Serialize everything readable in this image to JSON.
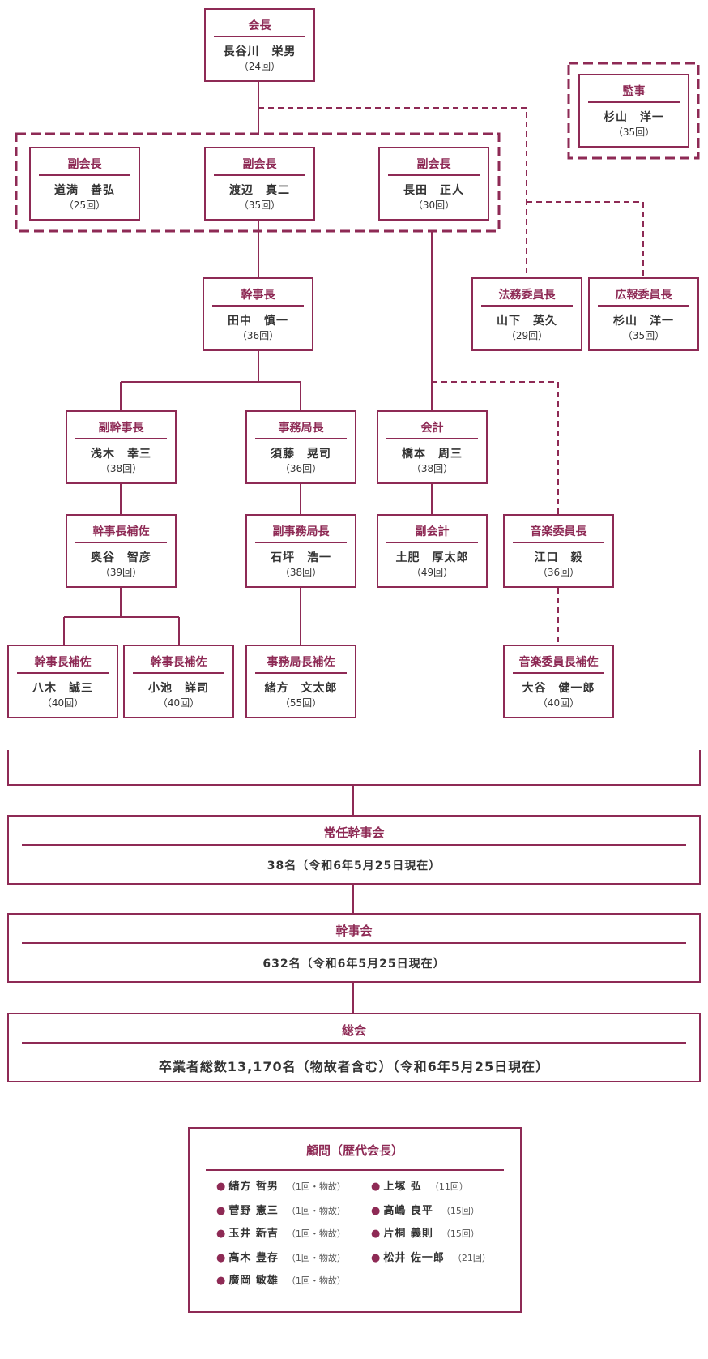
{
  "colors": {
    "accent": "#8e2a55",
    "text": "#333333"
  },
  "org": {
    "president": {
      "title": "会長",
      "name": "長谷川　栄男",
      "grad": "（24回）"
    },
    "auditor": {
      "title": "監事",
      "name": "杉山　洋一",
      "grad": "（35回）"
    },
    "vp1": {
      "title": "副会長",
      "name": "道満　善弘",
      "grad": "（25回）"
    },
    "vp2": {
      "title": "副会長",
      "name": "渡辺　真二",
      "grad": "（35回）"
    },
    "vp3": {
      "title": "副会長",
      "name": "長田　正人",
      "grad": "（30回）"
    },
    "secretary_general": {
      "title": "幹事長",
      "name": "田中　慎一",
      "grad": "（36回）"
    },
    "legal_chair": {
      "title": "法務委員長",
      "name": "山下　英久",
      "grad": "（29回）"
    },
    "pr_chair": {
      "title": "広報委員長",
      "name": "杉山　洋一",
      "grad": "（35回）"
    },
    "deputy_secretary": {
      "title": "副幹事長",
      "name": "浅木　幸三",
      "grad": "（38回）"
    },
    "office_director": {
      "title": "事務局長",
      "name": "須藤　晃司",
      "grad": "（36回）"
    },
    "treasurer": {
      "title": "会計",
      "name": "橋本　周三",
      "grad": "（38回）"
    },
    "secretary_assistant": {
      "title": "幹事長補佐",
      "name": "奥谷　智彦",
      "grad": "（39回）"
    },
    "deputy_office_director": {
      "title": "副事務局長",
      "name": "石坪　浩一",
      "grad": "（38回）"
    },
    "deputy_treasurer": {
      "title": "副会計",
      "name": "土肥　厚太郎",
      "grad": "（49回）"
    },
    "music_chair": {
      "title": "音楽委員長",
      "name": "江口　毅",
      "grad": "（36回）"
    },
    "secretary_assistant2": {
      "title": "幹事長補佐",
      "name": "八木　誠三",
      "grad": "（40回）"
    },
    "secretary_assistant3": {
      "title": "幹事長補佐",
      "name": "小池　詳司",
      "grad": "（40回）"
    },
    "office_assistant": {
      "title": "事務局長補佐",
      "name": "緒方　文太郎",
      "grad": "（55回）"
    },
    "music_assistant": {
      "title": "音楽委員長補佐",
      "name": "大谷　健一郎",
      "grad": "（40回）"
    }
  },
  "councils": {
    "standing": {
      "title": "常任幹事会",
      "desc": "38名（令和6年5月25日現在）"
    },
    "executive": {
      "title": "幹事会",
      "desc": "632名（令和6年5月25日現在）"
    },
    "general": {
      "title": "総会",
      "desc": "卒業者総数13,170名（物故者含む）（令和6年5月25日現在）"
    }
  },
  "advisors": {
    "title": "顧問（歴代会長）",
    "left": [
      {
        "name": "緒方 哲男",
        "note": "（1回・物故）"
      },
      {
        "name": "菅野 憲三",
        "note": "（1回・物故）"
      },
      {
        "name": "玉井 新吉",
        "note": "（1回・物故）"
      },
      {
        "name": "高木 豊存",
        "note": "（1回・物故）"
      },
      {
        "name": "廣岡 敏雄",
        "note": "（1回・物故）"
      }
    ],
    "right": [
      {
        "name": "上塚 弘",
        "note": "（11回）"
      },
      {
        "name": "高嶋 良平",
        "note": "（15回）"
      },
      {
        "name": "片桐 義則",
        "note": "（15回）"
      },
      {
        "name": "松井 佐一郎",
        "note": "（21回）"
      }
    ],
    "bullet": "●"
  }
}
